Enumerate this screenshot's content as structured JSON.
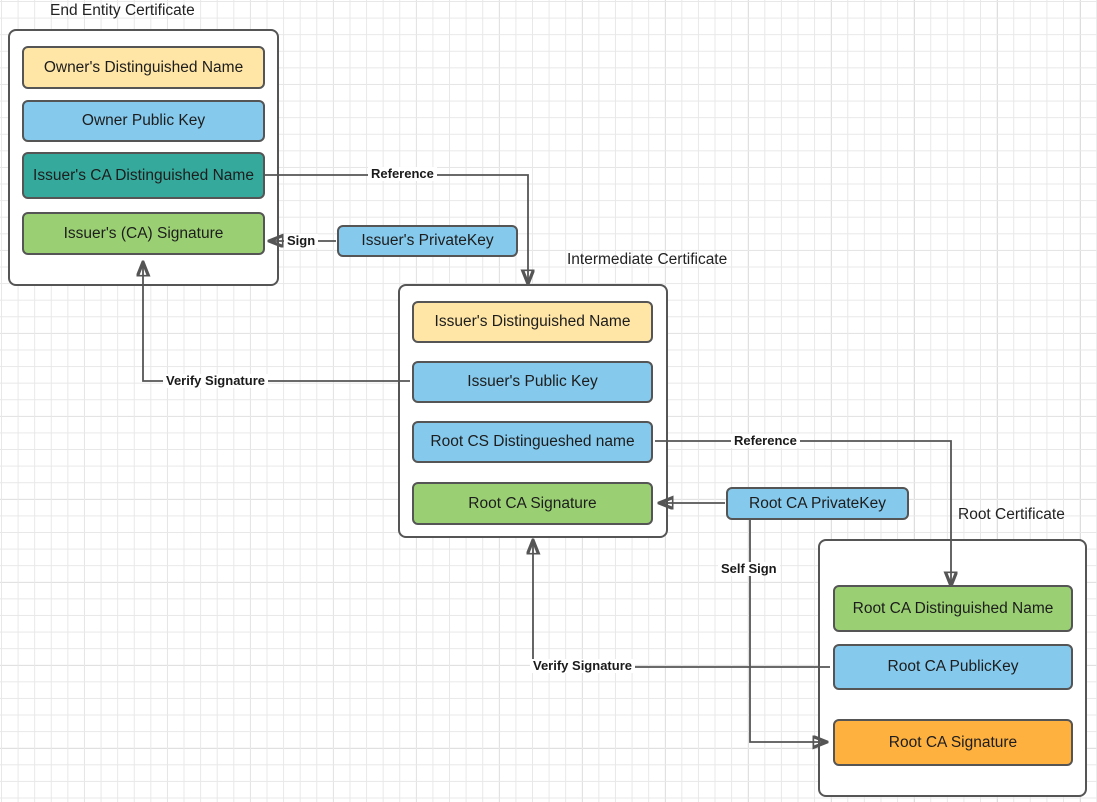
{
  "diagram": {
    "title_hidden": "X.509 Certificate Chain of Trust",
    "groups": [
      {
        "id": "end-entity",
        "label": "End Entity Certificate"
      },
      {
        "id": "intermediate",
        "label": "Intermediate Certificate"
      },
      {
        "id": "root",
        "label": "Root Certificate"
      }
    ],
    "end_entity_certificate": {
      "title": "End Entity Certificate",
      "fields": [
        {
          "label": "Owner's Distinguished Name",
          "color": "#FFE6A6",
          "name": "owner-distinguished-name"
        },
        {
          "label": "Owner Public  Key",
          "color": "#85C9EC",
          "name": "owner-public-key"
        },
        {
          "label": "Issuer's CA Distinguished Name",
          "color": "#36A99D",
          "name": "issuer-ca-distinguished-name"
        },
        {
          "label": "Issuer's (CA) Signature",
          "color": "#9AD073",
          "name": "issuer-ca-signature"
        }
      ]
    },
    "intermediate_certificate": {
      "title": "Intermediate Certificate",
      "fields": [
        {
          "label": "Issuer's Distinguished Name",
          "color": "#FFE6A6",
          "name": "issuer-distinguished-name"
        },
        {
          "label": "Issuer's Public  Key",
          "color": "#85C9EC",
          "name": "issuer-public-key"
        },
        {
          "label": "Root CS Distingueshed name",
          "color": "#85C9EC",
          "name": "root-cs-distingueshed-name"
        },
        {
          "label": "Root CA Signature",
          "color": "#9AD073",
          "name": "root-ca-signature-intermediate"
        }
      ]
    },
    "root_certificate": {
      "title": "Root Certificate",
      "fields": [
        {
          "label": "Root CA Distinguished Name",
          "color": "#9AD073",
          "name": "root-ca-distinguished-name"
        },
        {
          "label": "Root CA PublicKey",
          "color": "#85C9EC",
          "name": "root-ca-publickey"
        },
        {
          "label": "Root CA Signature",
          "color": "#FFB13F",
          "name": "root-ca-signature-root"
        }
      ]
    },
    "keys": [
      {
        "label": "Issuer's PrivateKey",
        "color": "#85C9EC",
        "name": "issuers-privatekey"
      },
      {
        "label": "Root CA PrivateKey",
        "color": "#85C9EC",
        "name": "root-ca-privatekey"
      }
    ],
    "edges": [
      {
        "id": "ref-top",
        "label": "Reference"
      },
      {
        "id": "sign-top",
        "label": "Sign"
      },
      {
        "id": "verify-top",
        "label": "Verify Signature"
      },
      {
        "id": "ref-bottom",
        "label": "Reference"
      },
      {
        "id": "self-sign",
        "label": "Self Sign"
      },
      {
        "id": "verify-bottom",
        "label": "Verify Signature"
      }
    ],
    "colors": {
      "yellow": "#FFE6A6",
      "blue": "#85C9EC",
      "teal": "#36A99D",
      "green": "#9AD073",
      "orange": "#FFB13F",
      "stroke": "#555555",
      "grid_minor": "#e8e8e8",
      "grid_major": "#cfcfcf"
    }
  }
}
